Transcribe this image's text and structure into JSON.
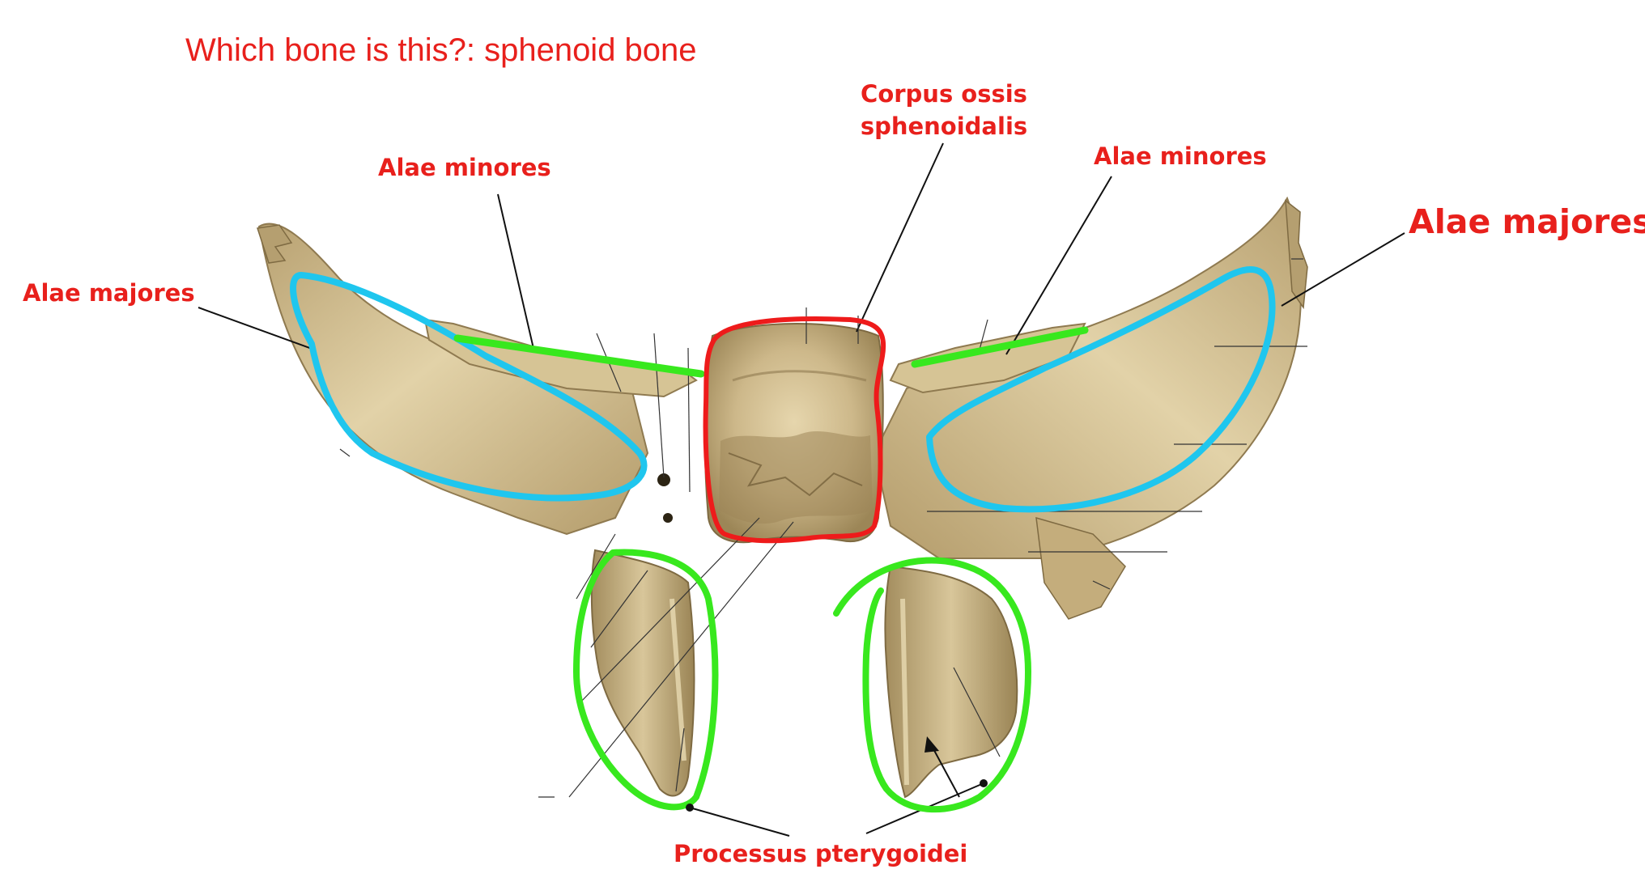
{
  "question": {
    "prefix": "Which bone is this?:",
    "answer": "sphenoid bone"
  },
  "labels": {
    "alae_minores_left": "Alae minores",
    "alae_minores_right": "Alae minores",
    "alae_majores_left": "Alae majores",
    "alae_majores_right": "Alae majores",
    "corpus_line1": "Corpus ossis",
    "corpus_line2": "sphenoidalis",
    "processus": "Processus pterygoidei"
  },
  "colors": {
    "label_red": "#e8201c",
    "outline_blue": "#1fc6ee",
    "outline_green": "#38e81e",
    "outline_red": "#ee1b1b",
    "bone_base": "#c9b486",
    "bone_shadow": "#8f7a50",
    "leader": "#111111"
  }
}
